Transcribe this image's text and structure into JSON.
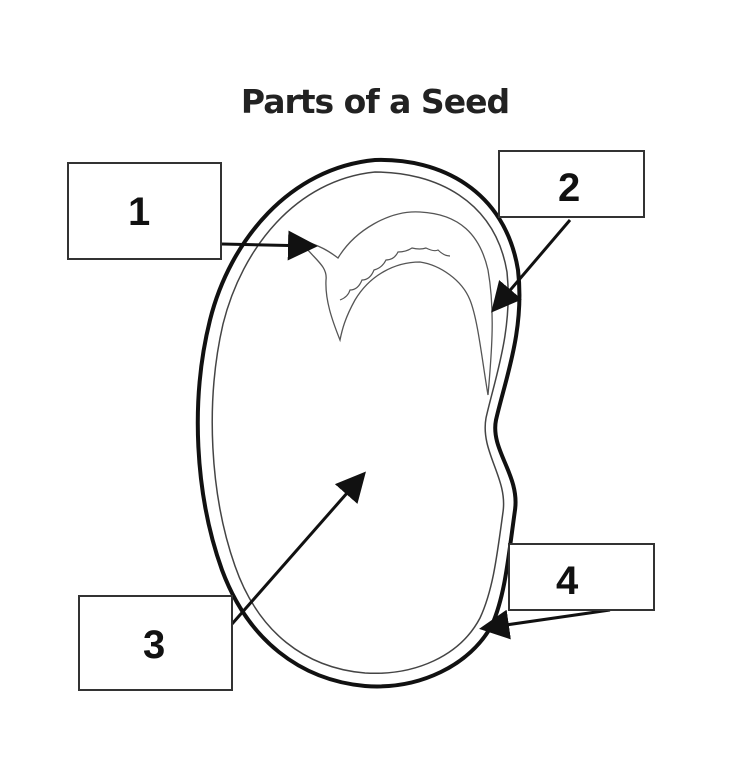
{
  "title": "Parts of a Seed",
  "labels": [
    {
      "number": "1"
    },
    {
      "number": "2"
    },
    {
      "number": "3"
    },
    {
      "number": "4"
    }
  ],
  "colors": {
    "ink": "#111111",
    "box_border": "#333333",
    "background": "#ffffff"
  }
}
